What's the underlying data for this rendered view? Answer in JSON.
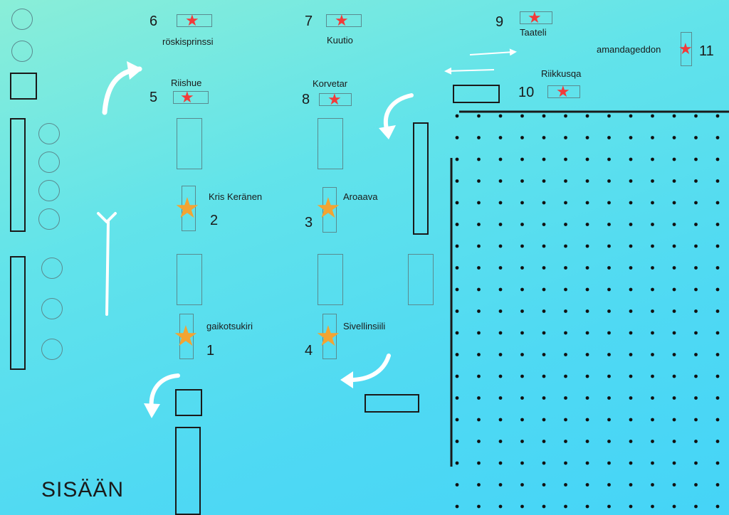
{
  "entrance_label": "SISÄÄN",
  "colors": {
    "red_star": "#f23a3a",
    "gold_star": "#f3a433",
    "arrow": "#ffffff",
    "line": "#1a1a1a"
  },
  "booths": [
    {
      "number": "1",
      "name": "gaikotsukiri",
      "star": "gold"
    },
    {
      "number": "2",
      "name": "Kris Keränen",
      "star": "gold"
    },
    {
      "number": "3",
      "name": "Aroaava",
      "star": "gold"
    },
    {
      "number": "4",
      "name": "Sivellinsiili",
      "star": "gold"
    },
    {
      "number": "5",
      "name": "Riishue",
      "star": "red"
    },
    {
      "number": "6",
      "name": "röskisprinssi",
      "star": "red"
    },
    {
      "number": "7",
      "name": "Kuutio",
      "star": "red"
    },
    {
      "number": "8",
      "name": "Korvetar",
      "star": "red"
    },
    {
      "number": "9",
      "name": "Taateli",
      "star": "red"
    },
    {
      "number": "10",
      "name": "Riikkusqa",
      "star": "red"
    },
    {
      "number": "11",
      "name": "amandageddon",
      "star": "red"
    }
  ]
}
